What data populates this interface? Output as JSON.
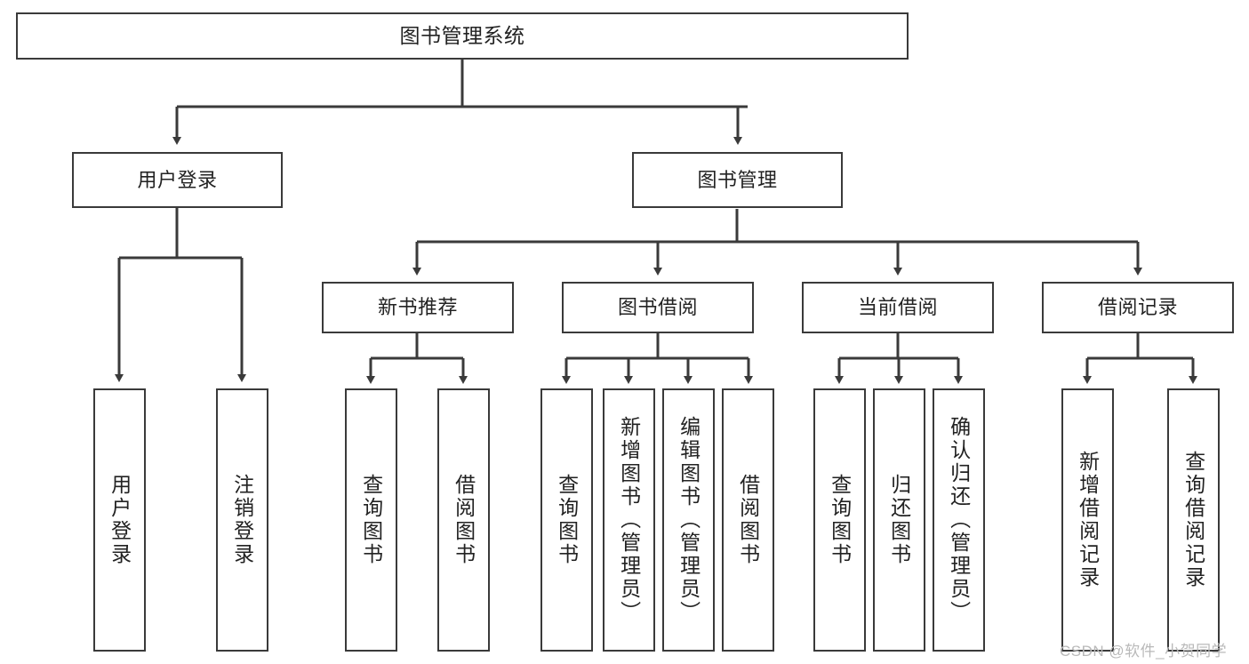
{
  "diagram": {
    "type": "tree",
    "title": "图书管理系统",
    "orientation": "top-down",
    "colors": {
      "box_border": "#3a3a3a",
      "box_fill": "#ffffff",
      "edge": "#3a3a3a",
      "text": "#222222",
      "watermark": "#b9b9b9"
    },
    "nodes": {
      "root": {
        "label": "图书管理系统",
        "level": 1,
        "orientation": "horizontal"
      },
      "l2": [
        {
          "id": "user-login",
          "label": "用户登录",
          "level": 2,
          "orientation": "horizontal"
        },
        {
          "id": "book-manage",
          "label": "图书管理",
          "level": 2,
          "orientation": "horizontal"
        }
      ],
      "l3": [
        {
          "id": "new-book-rec",
          "label": "新书推荐",
          "level": 3,
          "orientation": "horizontal",
          "parent": "book-manage"
        },
        {
          "id": "book-borrow",
          "label": "图书借阅",
          "level": 3,
          "orientation": "horizontal",
          "parent": "book-manage"
        },
        {
          "id": "current-borrow",
          "label": "当前借阅",
          "level": 3,
          "orientation": "horizontal",
          "parent": "book-manage"
        },
        {
          "id": "borrow-record",
          "label": "借阅记录",
          "level": 3,
          "orientation": "horizontal",
          "parent": "book-manage"
        }
      ],
      "leaves": [
        {
          "id": "leaf-user-login",
          "label": "用户登录",
          "parent": "user-login",
          "orientation": "vertical"
        },
        {
          "id": "leaf-user-logout",
          "label": "注销登录",
          "parent": "user-login",
          "orientation": "vertical"
        },
        {
          "id": "leaf-query-book-1",
          "label": "查询图书",
          "parent": "new-book-rec",
          "orientation": "vertical"
        },
        {
          "id": "leaf-borrow-book-1",
          "label": "借阅图书",
          "parent": "new-book-rec",
          "orientation": "vertical"
        },
        {
          "id": "leaf-query-book-2",
          "label": "查询图书",
          "parent": "book-borrow",
          "orientation": "vertical"
        },
        {
          "id": "leaf-add-book",
          "label": "新增图书（管理员）",
          "parent": "book-borrow",
          "orientation": "vertical"
        },
        {
          "id": "leaf-edit-book",
          "label": "编辑图书（管理员）",
          "parent": "book-borrow",
          "orientation": "vertical"
        },
        {
          "id": "leaf-borrow-book-2",
          "label": "借阅图书",
          "parent": "book-borrow",
          "orientation": "vertical"
        },
        {
          "id": "leaf-query-book-3",
          "label": "查询图书",
          "parent": "current-borrow",
          "orientation": "vertical"
        },
        {
          "id": "leaf-return-book",
          "label": "归还图书",
          "parent": "current-borrow",
          "orientation": "vertical"
        },
        {
          "id": "leaf-confirm-return",
          "label": "确认归还（管理员）",
          "parent": "current-borrow",
          "orientation": "vertical"
        },
        {
          "id": "leaf-add-record",
          "label": "新增借阅记录",
          "parent": "borrow-record",
          "orientation": "vertical"
        },
        {
          "id": "leaf-query-record",
          "label": "查询借阅记录",
          "parent": "borrow-record",
          "orientation": "vertical"
        }
      ]
    }
  },
  "watermark": {
    "text": "CSDN @软件_小贺同学"
  }
}
